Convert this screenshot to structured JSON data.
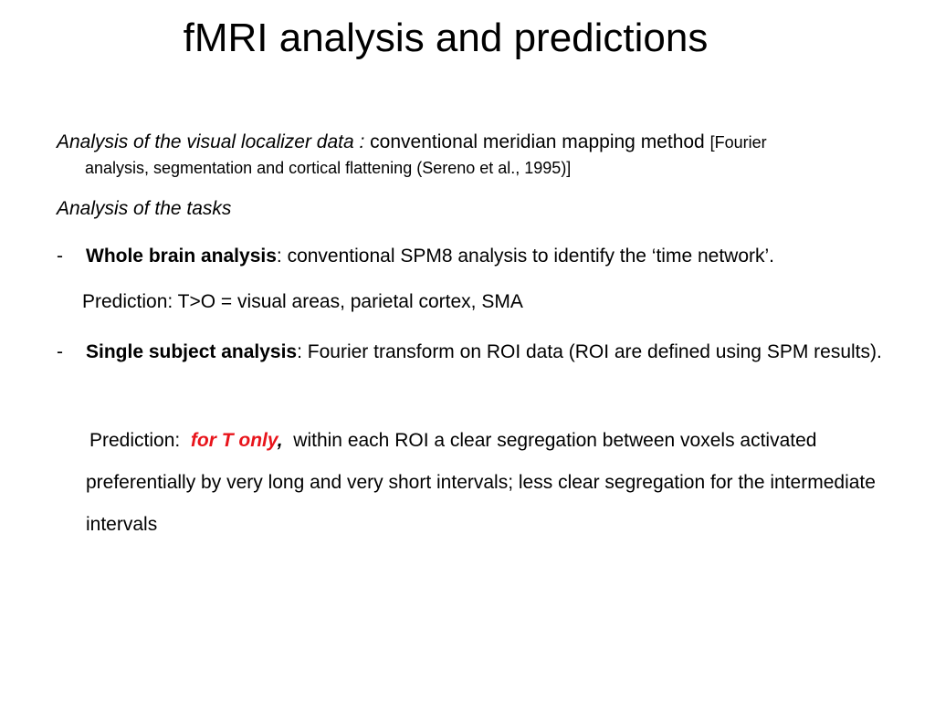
{
  "slide": {
    "title": "fMRI analysis and predictions",
    "para1": {
      "lead_italic": "Analysis of the visual localizer data :",
      "main_text": " conventional meridian mapping method ",
      "ref_first": "[Fourier",
      "ref_rest": "analysis, segmentation and cortical flattening (Sereno et al., 1995)]"
    },
    "para2": "Analysis of the tasks",
    "bullet1": {
      "dash": "-",
      "bold": "Whole brain analysis",
      "text": ": conventional SPM8 analysis to identify the ‘time network’."
    },
    "prediction1": "Prediction: T>O = visual areas, parietal cortex, SMA",
    "bullet2": {
      "dash": "-",
      "bold": "Single subject analysis",
      "text": ": Fourier transform on ROI data (ROI are defined using SPM results)."
    },
    "prediction2": {
      "lead": "Prediction:",
      "emphasis": "for T only",
      "comma": ",",
      "text": "within each ROI a clear segregation between voxels activated preferentially by very long and very short intervals; less clear segregation for the intermediate intervals"
    },
    "colors": {
      "emphasis": "#e8141b",
      "text": "#000000",
      "background": "#ffffff"
    }
  }
}
